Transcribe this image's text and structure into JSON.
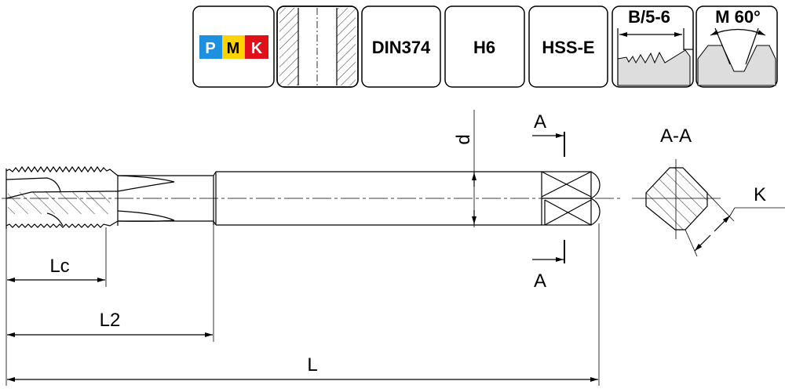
{
  "icons": {
    "materials": {
      "letters": [
        "P",
        "M",
        "K"
      ],
      "colors": [
        "#1e90e0",
        "#ffd200",
        "#e0101a"
      ],
      "text_colors": [
        "#ffffff",
        "#000000",
        "#ffffff"
      ]
    },
    "hole_type": "through-hole-icon",
    "standard": "DIN374",
    "tolerance": "H6",
    "material": "HSS-E",
    "chamfer": "B/5-6",
    "thread_profile": "M 60°"
  },
  "drawing": {
    "d_label": "d",
    "section_marker_top": "A",
    "section_marker_bottom": "A",
    "section_title": "A-A",
    "k_label": "K",
    "lc_label": "Lc",
    "l2_label": "L2",
    "l_label": "L"
  }
}
